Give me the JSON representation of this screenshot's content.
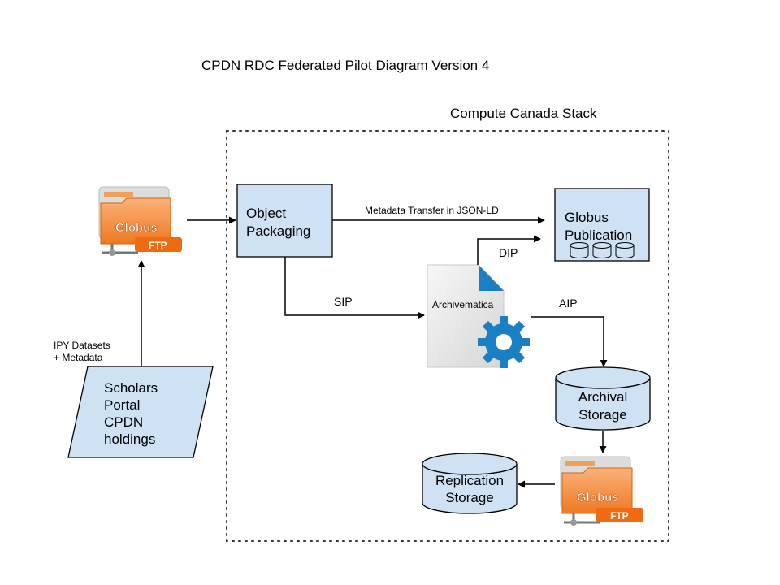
{
  "title": "CPDN RDC Federated Pilot Diagram Version 4",
  "stack_label": "Compute Canada Stack",
  "globus_source": {
    "brand": "Globus",
    "ftp": "FTP"
  },
  "globus_replica": {
    "brand": "Globus",
    "ftp": "FTP"
  },
  "scholars": {
    "lines": [
      "Scholars",
      "Portal",
      "CPDN",
      "holdings"
    ]
  },
  "ipy_label": {
    "lines": [
      "IPY Datasets",
      "+ Metadata"
    ]
  },
  "object_packaging": {
    "lines": [
      "Object",
      "Packaging"
    ]
  },
  "metadata_transfer": "Metadata Transfer in JSON-LD",
  "globus_publication": {
    "lines": [
      "Globus",
      "Publication"
    ]
  },
  "dip": "DIP",
  "sip": "SIP",
  "aip": "AIP",
  "archivematica": "Archivematica",
  "archival_storage": {
    "lines": [
      "Archival",
      "Storage"
    ]
  },
  "replication_storage": {
    "lines": [
      "Replication",
      "Storage"
    ]
  },
  "colors": {
    "box_fill": "#cfe2f3",
    "stroke": "#000000",
    "folder_orange": "#f07b21",
    "gear_blue": "#1b7fc4"
  }
}
